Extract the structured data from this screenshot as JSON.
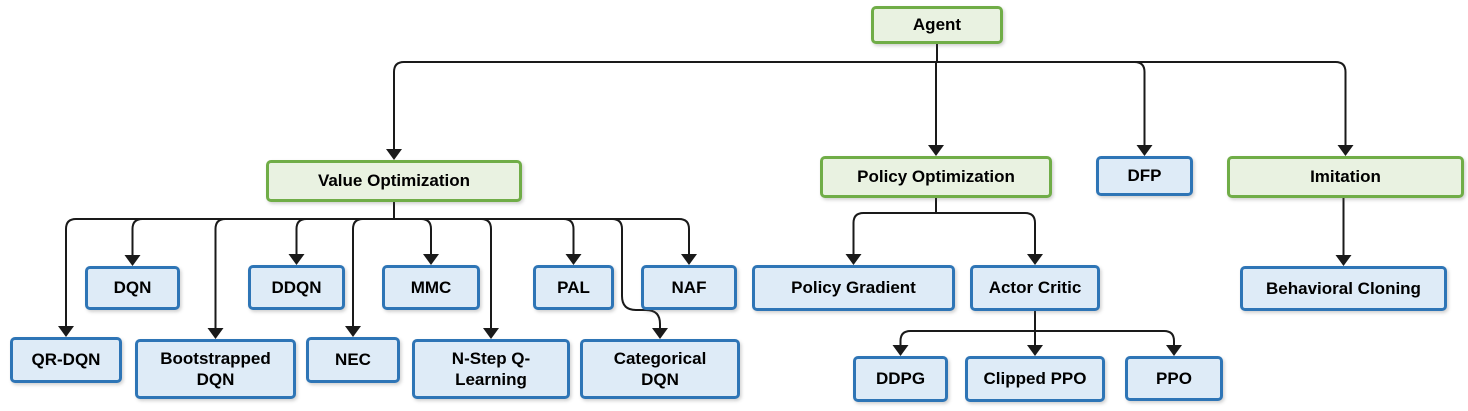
{
  "diagram": {
    "type": "flowchart-tree",
    "background": "#FFFFFF",
    "colors": {
      "category_border": "#70AD47",
      "category_fill": "#E9F2E1",
      "algorithm_border": "#2E75B6",
      "algorithm_fill": "#DEEBF7",
      "connector": "#1a1a1a",
      "text": "#000000"
    },
    "nodes": {
      "agent": {
        "label": "Agent",
        "kind": "category"
      },
      "value_optimization": {
        "label": "Value Optimization",
        "kind": "category"
      },
      "policy_optimization": {
        "label": "Policy Optimization",
        "kind": "category"
      },
      "dfp": {
        "label": "DFP",
        "kind": "algorithm"
      },
      "imitation": {
        "label": "Imitation",
        "kind": "category"
      },
      "dqn": {
        "label": "DQN",
        "kind": "algorithm"
      },
      "ddqn": {
        "label": "DDQN",
        "kind": "algorithm"
      },
      "mmc": {
        "label": "MMC",
        "kind": "algorithm"
      },
      "pal": {
        "label": "PAL",
        "kind": "algorithm"
      },
      "naf": {
        "label": "NAF",
        "kind": "algorithm"
      },
      "qr_dqn": {
        "label": "QR-DQN",
        "kind": "algorithm"
      },
      "bootstrapped_dqn": {
        "label": "Bootstrapped DQN",
        "kind": "algorithm"
      },
      "nec": {
        "label": "NEC",
        "kind": "algorithm"
      },
      "n_step_q_learning": {
        "label": "N-Step Q-Learning",
        "kind": "algorithm"
      },
      "categorical_dqn": {
        "label": "Categorical DQN",
        "kind": "algorithm"
      },
      "policy_gradient": {
        "label": "Policy Gradient",
        "kind": "algorithm"
      },
      "actor_critic": {
        "label": "Actor Critic",
        "kind": "algorithm"
      },
      "ddpg": {
        "label": "DDPG",
        "kind": "algorithm"
      },
      "clipped_ppo": {
        "label": "Clipped PPO",
        "kind": "algorithm"
      },
      "ppo": {
        "label": "PPO",
        "kind": "algorithm"
      },
      "behavioral_cloning": {
        "label": "Behavioral Cloning",
        "kind": "algorithm"
      }
    },
    "edges": [
      {
        "from": "agent",
        "to": "value_optimization"
      },
      {
        "from": "agent",
        "to": "policy_optimization"
      },
      {
        "from": "agent",
        "to": "dfp"
      },
      {
        "from": "agent",
        "to": "imitation"
      },
      {
        "from": "value_optimization",
        "to": "qr_dqn"
      },
      {
        "from": "value_optimization",
        "to": "dqn"
      },
      {
        "from": "value_optimization",
        "to": "bootstrapped_dqn"
      },
      {
        "from": "value_optimization",
        "to": "ddqn"
      },
      {
        "from": "value_optimization",
        "to": "nec"
      },
      {
        "from": "value_optimization",
        "to": "mmc"
      },
      {
        "from": "value_optimization",
        "to": "n_step_q_learning"
      },
      {
        "from": "value_optimization",
        "to": "pal"
      },
      {
        "from": "value_optimization",
        "to": "categorical_dqn"
      },
      {
        "from": "value_optimization",
        "to": "naf"
      },
      {
        "from": "policy_optimization",
        "to": "policy_gradient"
      },
      {
        "from": "policy_optimization",
        "to": "actor_critic"
      },
      {
        "from": "actor_critic",
        "to": "ddpg"
      },
      {
        "from": "actor_critic",
        "to": "clipped_ppo"
      },
      {
        "from": "actor_critic",
        "to": "ppo"
      },
      {
        "from": "imitation",
        "to": "behavioral_cloning"
      }
    ]
  }
}
